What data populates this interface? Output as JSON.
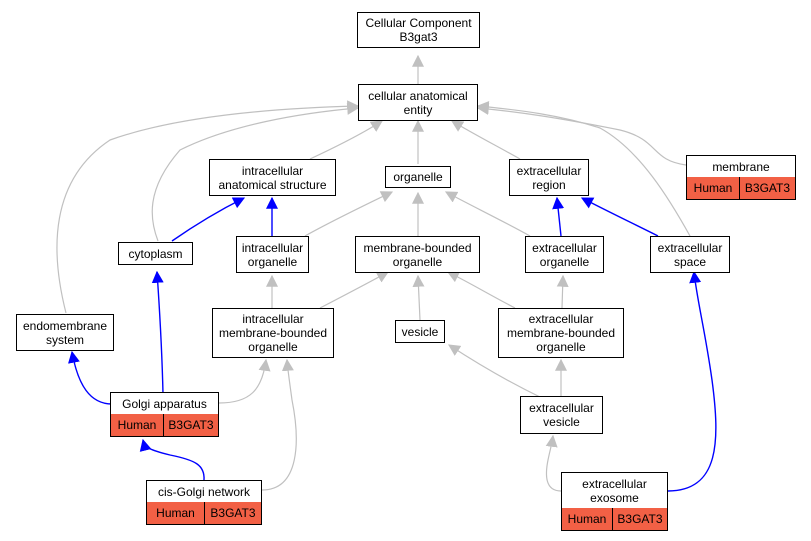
{
  "colors": {
    "is_a_edge": "#c0c0c0",
    "part_of_edge": "#0000ff",
    "annotation_fill": "#f26045"
  },
  "nodes": {
    "cellular_component": "Cellular Component\nB3gat3",
    "cellular_anatomical_entity": "cellular anatomical\nentity",
    "intracellular_anatomical_structure": "intracellular\nanatomical structure",
    "organelle": "organelle",
    "extracellular_region": "extracellular\nregion",
    "membrane": "membrane",
    "cytoplasm": "cytoplasm",
    "intracellular_organelle": "intracellular\norganelle",
    "membrane_bounded_organelle": "membrane-bounded\norganelle",
    "extracellular_organelle": "extracellular\norganelle",
    "extracellular_space": "extracellular\nspace",
    "endomembrane_system": "endomembrane\nsystem",
    "intracellular_membrane_bounded_organelle": "intracellular\nmembrane-bounded\norganelle",
    "vesicle": "vesicle",
    "extracellular_membrane_bounded_organelle": "extracellular\nmembrane-bounded\norganelle",
    "golgi_apparatus": "Golgi apparatus",
    "extracellular_vesicle": "extracellular\nvesicle",
    "cis_golgi_network": "cis-Golgi network",
    "extracellular_exosome": "extracellular\nexosome"
  },
  "annotations": {
    "membrane": {
      "species": "Human",
      "gene": "B3GAT3"
    },
    "golgi_apparatus": {
      "species": "Human",
      "gene": "B3GAT3"
    },
    "cis_golgi_network": {
      "species": "Human",
      "gene": "B3GAT3"
    },
    "extracellular_exosome": {
      "species": "Human",
      "gene": "B3GAT3"
    }
  }
}
